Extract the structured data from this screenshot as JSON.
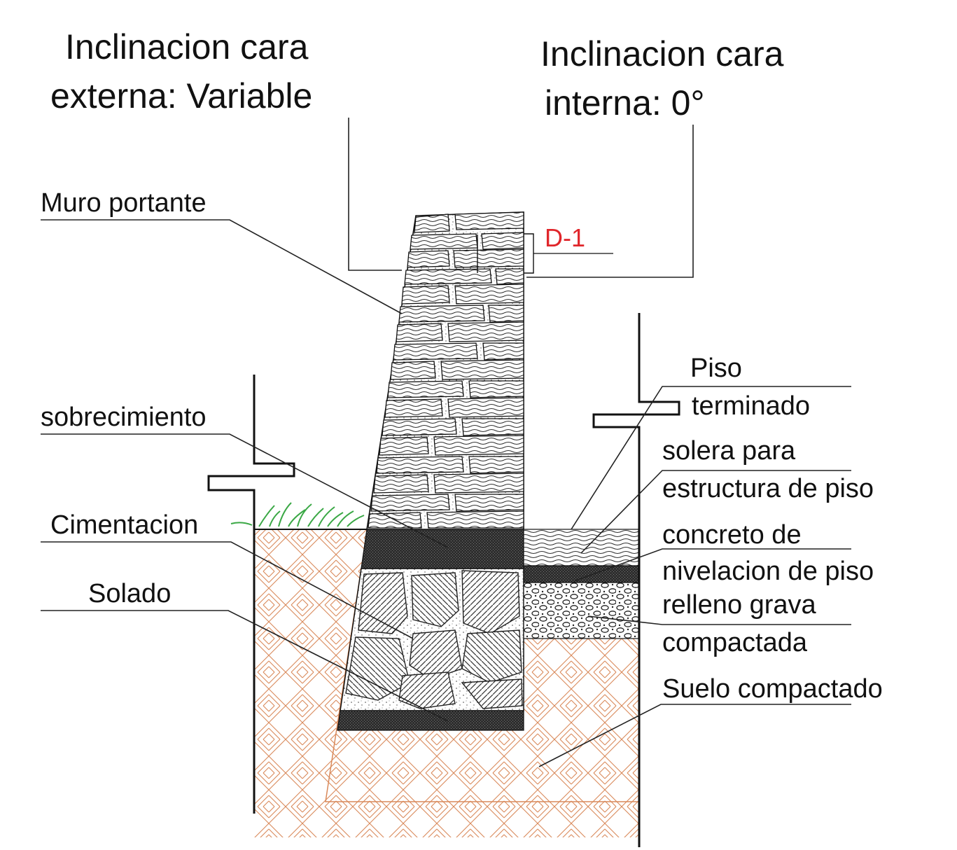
{
  "colors": {
    "line": "#111111",
    "soil_hatch": "#d9895a",
    "grass": "#3aa845",
    "detail_label": "#e0262b",
    "concrete": "#3a3a3a"
  },
  "icons": [
    "grass-icon"
  ],
  "labels": {
    "external_face": [
      "Inclinacion cara",
      "externa: Variable"
    ],
    "internal_face": [
      "Inclinacion cara",
      "interna: 0°"
    ],
    "detail_ref": "D-1",
    "muro_portante": "Muro portante",
    "sobrecimiento": "sobrecimiento",
    "cimentacion": "Cimentacion",
    "solado": "Solado",
    "piso_terminado": [
      "Piso",
      "terminado"
    ],
    "solera": [
      "solera para",
      "estructura de piso"
    ],
    "concreto_nivelacion": [
      "concreto de",
      "nivelacion de piso"
    ],
    "relleno_grava": [
      "relleno  grava",
      "compactada"
    ],
    "suelo_compactado": "Suelo compactado"
  }
}
